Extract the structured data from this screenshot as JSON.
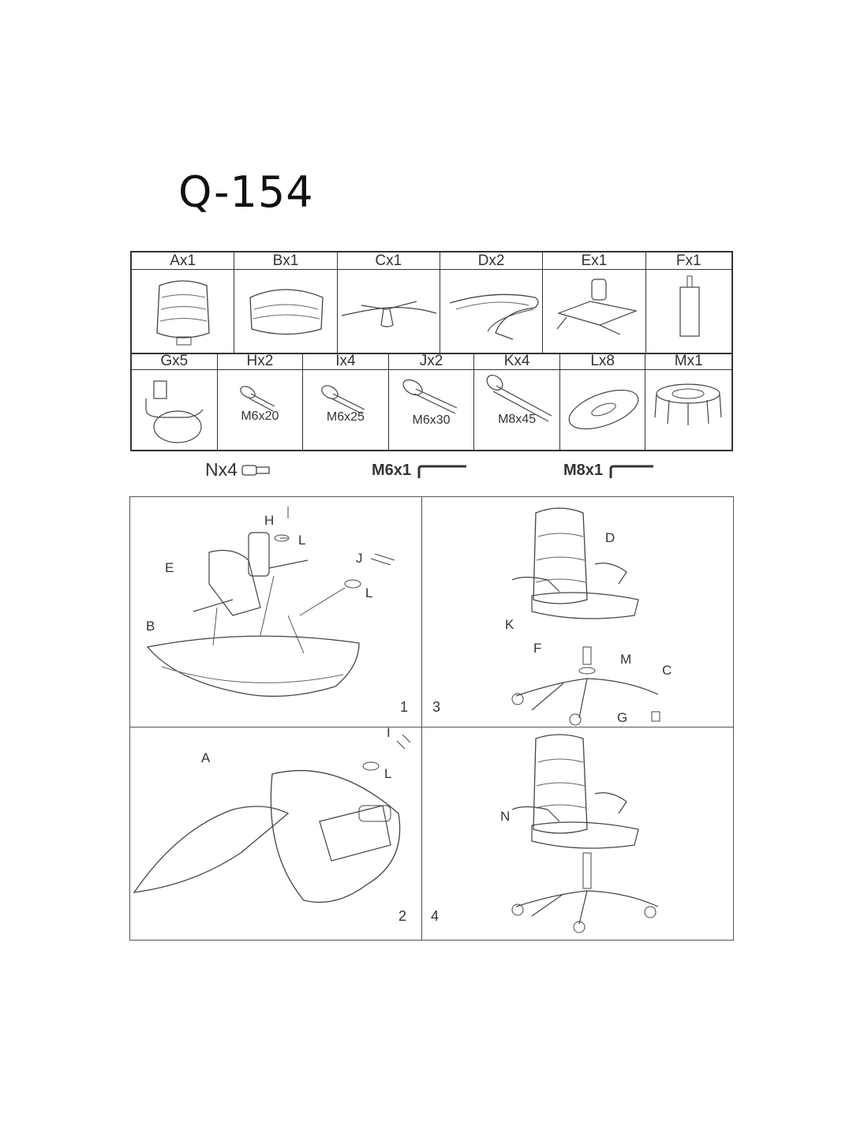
{
  "title": "Q-154",
  "parts_row1": [
    {
      "label": "Ax1"
    },
    {
      "label": "Bx1"
    },
    {
      "label": "Cx1"
    },
    {
      "label": "Dx2"
    },
    {
      "label": "Ex1"
    },
    {
      "label": "Fx1"
    }
  ],
  "parts_row2": [
    {
      "label": "Gx5",
      "size": ""
    },
    {
      "label": "Hx2",
      "size": "M6x20"
    },
    {
      "label": "Ix4",
      "size": "M6x25"
    },
    {
      "label": "Jx2",
      "size": "M6x30"
    },
    {
      "label": "Kx4",
      "size": "M8x45"
    },
    {
      "label": "Lx8",
      "size": ""
    },
    {
      "label": "Mx1",
      "size": ""
    }
  ],
  "tools": {
    "n": "Nx4",
    "m6": "M6x1",
    "m8": "M8x1"
  },
  "steps": {
    "s1": "1",
    "s2": "2",
    "s3": "3",
    "s4": "4"
  },
  "callouts": {
    "step1": [
      "H",
      "L",
      "J",
      "L",
      "E",
      "B"
    ],
    "step2": [
      "I",
      "L",
      "A"
    ],
    "step3": [
      "D",
      "K",
      "F",
      "M",
      "C",
      "G"
    ],
    "step4": [
      "N"
    ]
  }
}
